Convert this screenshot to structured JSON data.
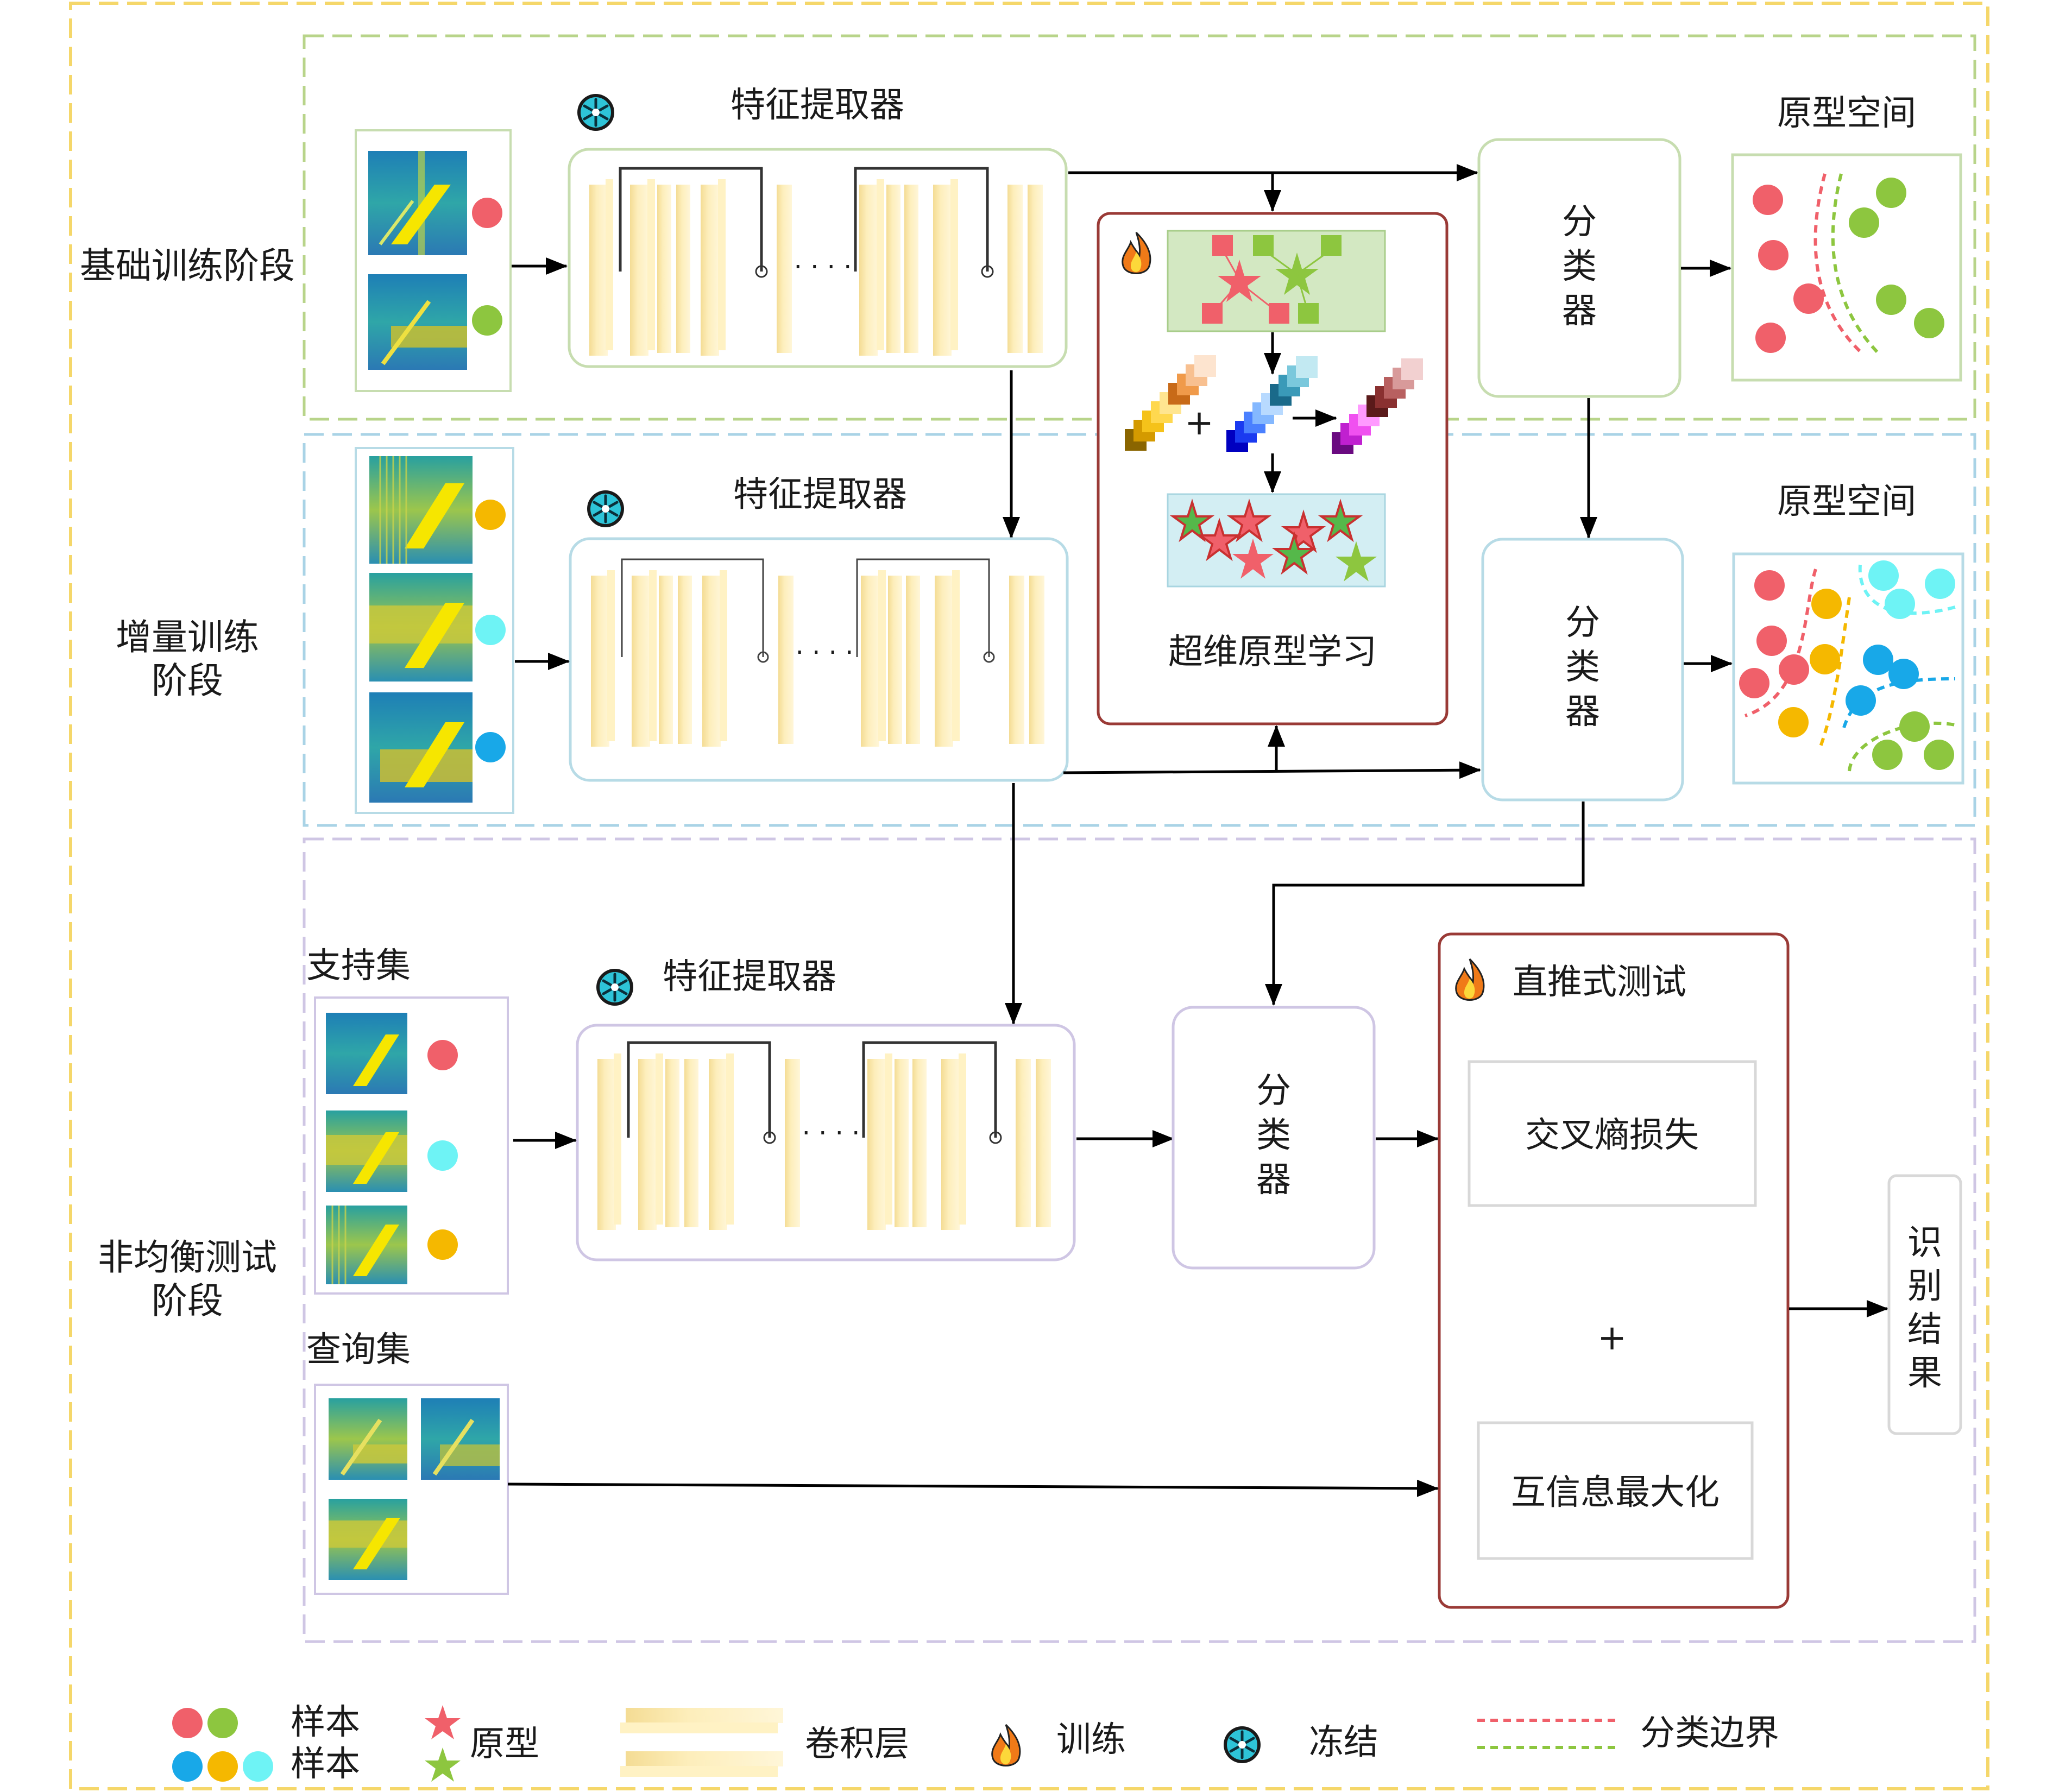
{
  "stages": {
    "base": "基础训练阶段",
    "incremental_l1": "增量训练",
    "incremental_l2": "阶段",
    "imbalanced_l1": "非均衡测试",
    "imbalanced_l2": "阶段"
  },
  "modules": {
    "feature_extractor": "特征提取器",
    "classifier_chars": [
      "分",
      "类",
      "器"
    ],
    "prototype_space": "原型空间",
    "hyper_prototype_learning": "超维原型学习",
    "transductive_test": "直推式测试",
    "cross_entropy_loss": "交叉熵损失",
    "plus_sign": "+",
    "mutual_info_max": "互信息最大化",
    "result_chars": [
      "识",
      "别",
      "结",
      "果"
    ],
    "support_set": "支持集",
    "query_set": "查询集"
  },
  "legend": {
    "sample_1": "样本",
    "sample_2": "样本",
    "prototype": "原型",
    "conv_layer": "卷积层",
    "train": "训练",
    "freeze": "冻结",
    "boundary": "分类边界"
  },
  "colors": {
    "red": "#f0606a",
    "green": "#8dc63f",
    "yellow": "#f5b800",
    "cyan": "#6ef3f5",
    "blue": "#18a8e8",
    "conv": "#fdeebb",
    "conv_dark": "#f3dc96",
    "stage_base": "#b8d48a",
    "stage_incr": "#a9d3e6",
    "stage_test": "#cfc6e4",
    "outer": "#f5d76a",
    "brown": "#9a3a36",
    "box_green": "#c7ddb0",
    "box_blue": "#b7dbe6"
  },
  "icons": [
    "snowflake-icon",
    "flame-icon",
    "star-icon",
    "spectrogram-icon"
  ]
}
